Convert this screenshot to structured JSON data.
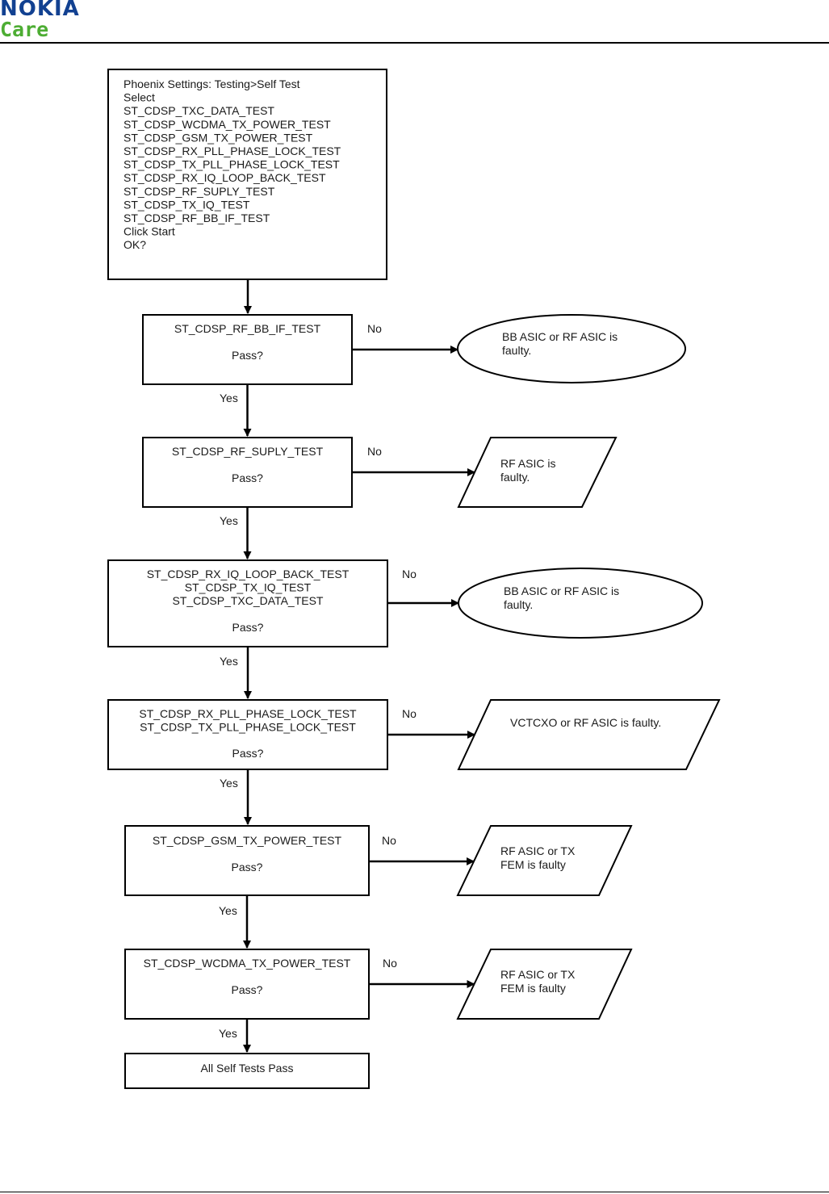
{
  "header": {
    "brand": "NOKIA",
    "sub_brand": "Care",
    "brand_color": "#124191",
    "sub_brand_color": "#4dad33"
  },
  "flowchart": {
    "start_box": {
      "lines": [
        "Phoenix Settings: Testing>Self Test",
        "Select",
        "ST_CDSP_TXC_DATA_TEST",
        "ST_CDSP_WCDMA_TX_POWER_TEST",
        "ST_CDSP_GSM_TX_POWER_TEST",
        "ST_CDSP_RX_PLL_PHASE_LOCK_TEST",
        "ST_CDSP_TX_PLL_PHASE_LOCK_TEST",
        "ST_CDSP_RX_IQ_LOOP_BACK_TEST",
        "ST_CDSP_RF_SUPLY_TEST",
        "ST_CDSP_TX_IQ_TEST",
        "ST_CDSP_RF_BB_IF_TEST",
        "Click Start",
        "OK?"
      ]
    },
    "steps": [
      {
        "tests": [
          "ST_CDSP_RF_BB_IF_TEST"
        ],
        "question": "Pass?",
        "yes_label": "Yes",
        "no_label": "No",
        "fail_shape": "ellipse",
        "fail_lines": [
          "BB ASIC or RF ASIC is",
          "faulty."
        ]
      },
      {
        "tests": [
          "ST_CDSP_RF_SUPLY_TEST"
        ],
        "question": "Pass?",
        "yes_label": "Yes",
        "no_label": "No",
        "fail_shape": "parallelogram",
        "fail_lines": [
          "RF ASIC is",
          "faulty."
        ]
      },
      {
        "tests": [
          "ST_CDSP_RX_IQ_LOOP_BACK_TEST",
          "ST_CDSP_TX_IQ_TEST",
          "ST_CDSP_TXC_DATA_TEST"
        ],
        "question": "Pass?",
        "yes_label": "Yes",
        "no_label": "No",
        "fail_shape": "ellipse",
        "fail_lines": [
          "BB ASIC or RF ASIC is",
          "faulty."
        ]
      },
      {
        "tests": [
          "ST_CDSP_RX_PLL_PHASE_LOCK_TEST",
          "ST_CDSP_TX_PLL_PHASE_LOCK_TEST"
        ],
        "question": "Pass?",
        "yes_label": "Yes",
        "no_label": "No",
        "fail_shape": "parallelogram",
        "fail_lines": [
          "VCTCXO or RF ASIC is faulty."
        ]
      },
      {
        "tests": [
          "ST_CDSP_GSM_TX_POWER_TEST"
        ],
        "question": "Pass?",
        "yes_label": "Yes",
        "no_label": "No",
        "fail_shape": "parallelogram",
        "fail_lines": [
          "RF ASIC or TX",
          "FEM is faulty"
        ]
      },
      {
        "tests": [
          "ST_CDSP_WCDMA_TX_POWER_TEST"
        ],
        "question": "Pass?",
        "yes_label": "Yes",
        "no_label": "No",
        "fail_shape": "parallelogram",
        "fail_lines": [
          "RF ASIC or TX",
          "FEM is faulty"
        ]
      }
    ],
    "end_box": {
      "label": "All Self Tests Pass"
    }
  }
}
